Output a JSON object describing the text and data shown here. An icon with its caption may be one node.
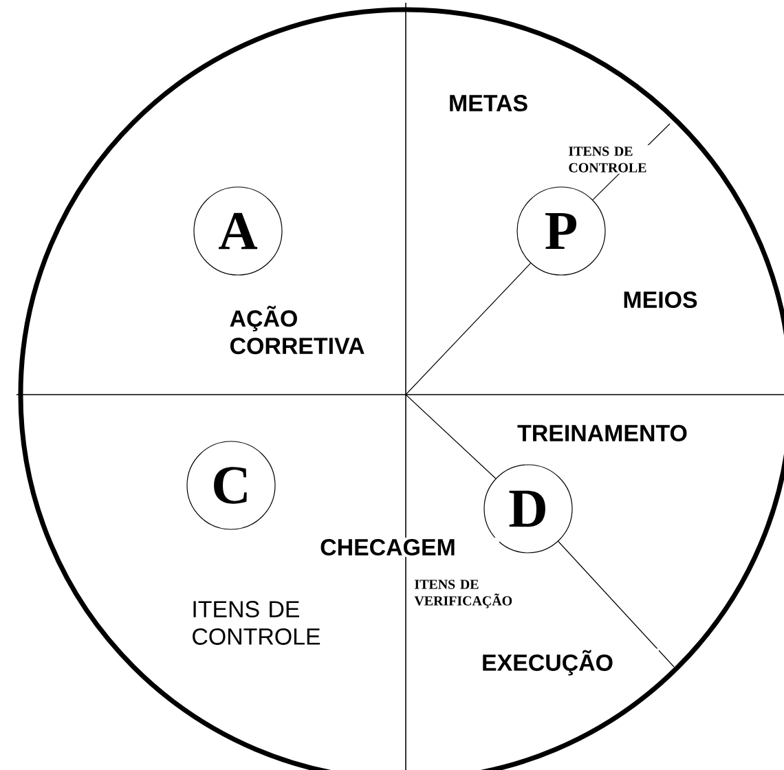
{
  "diagram": {
    "nodes": [
      {
        "text": [
          "A"
        ]
      },
      {
        "text": [
          "P"
        ]
      },
      {
        "text": [
          "C"
        ]
      },
      {
        "text": [
          "D"
        ]
      }
    ],
    "edges": [
      {
        "from": 1,
        "to": 3,
        "arrow": "none"
      }
    ],
    "labels": [
      "METAS",
      "ITENS DE CONTROLE",
      "AÇÃO CORRETIVA",
      "MEIOS",
      "TREINAMENTO",
      "CHECAGEM",
      "ITENS DE VERIFICAÇÃO",
      "ITENS DE CONTROLE",
      "EXECUÇÃO"
    ]
  }
}
